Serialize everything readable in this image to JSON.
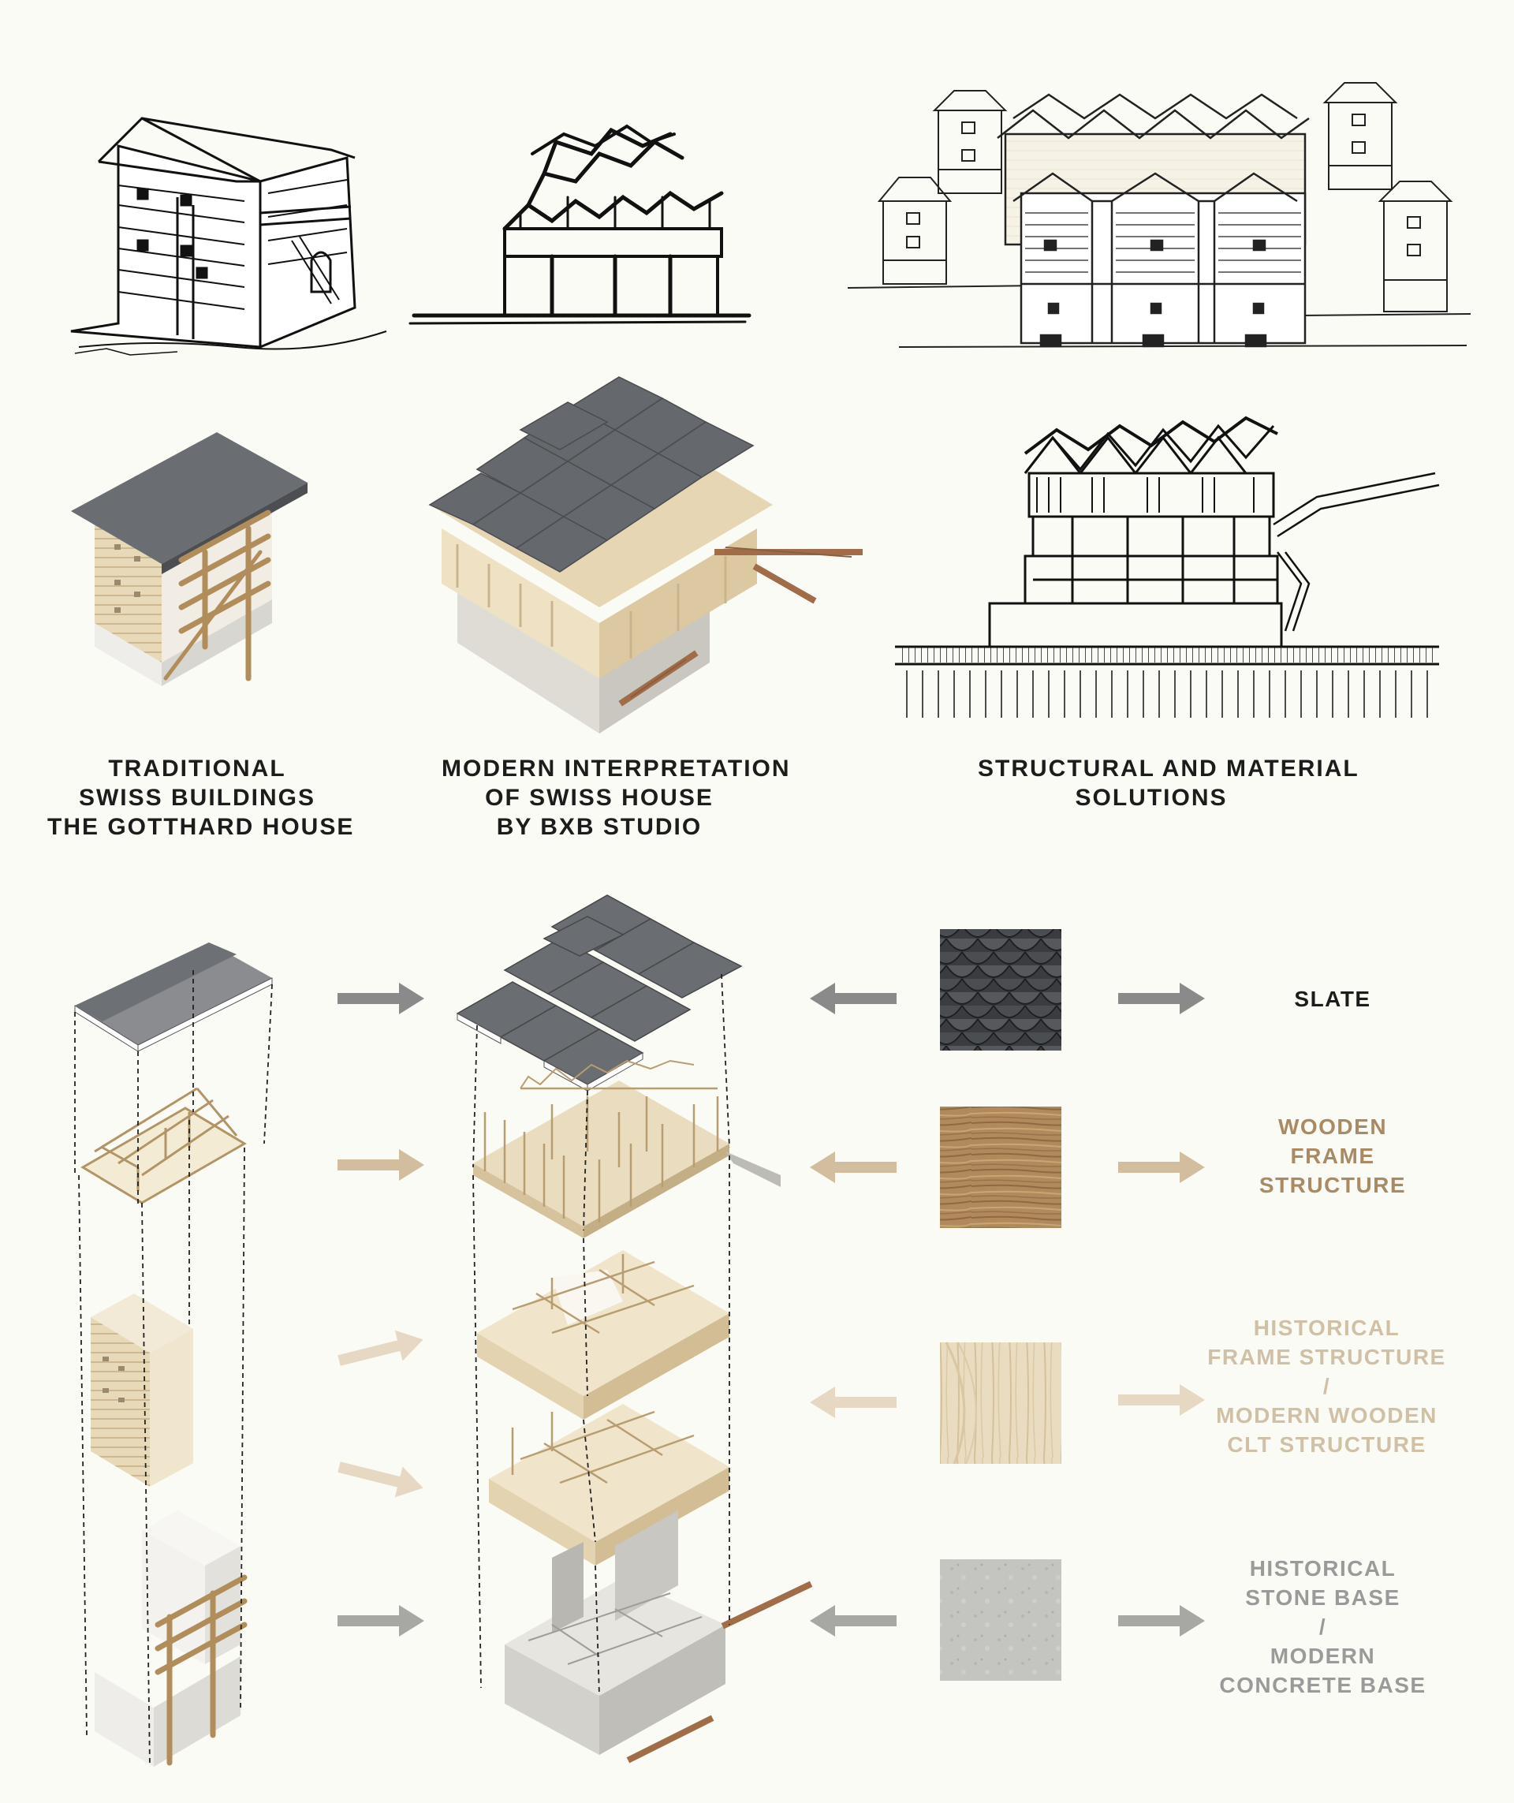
{
  "captions": {
    "traditional": [
      "TRADITIONAL",
      "SWISS BUILDINGS",
      "THE GOTTHARD HOUSE"
    ],
    "modern": [
      "MODERN INTERPRETATION",
      "OF SWISS HOUSE",
      "BY BXB STUDIO"
    ],
    "structural": [
      "STRUCTURAL AND MATERIAL",
      "SOLUTIONS"
    ]
  },
  "materials": {
    "slate": {
      "lines": [
        "SLATE"
      ],
      "color": "#1c1c1c"
    },
    "wood_frame": {
      "lines": [
        "WOODEN",
        "FRAME",
        "STRUCTURE"
      ],
      "color": "#a98a63"
    },
    "clt": {
      "lines": [
        "HISTORICAL",
        "FRAME STRUCTURE",
        "/",
        "MODERN WOODEN",
        "CLT STRUCTURE"
      ],
      "color": "#cfc0a6"
    },
    "concrete": {
      "lines": [
        "HISTORICAL",
        "STONE BASE",
        "/",
        "MODERN",
        "CONCRETE BASE"
      ],
      "color": "#9a9a9a"
    }
  },
  "colors": {
    "background": "#fbfbf5",
    "ink": "#1c1c1c",
    "roof": "#6d7074",
    "wood": "#e6d6b4",
    "wood_dark": "#c9b48c",
    "concrete": "#d9d8d2",
    "arrow_grey": "#8a8a8a",
    "arrow_brown": "#d2bd9f",
    "arrow_light": "#e6d8c3",
    "arrow_concrete": "#a7a7a3"
  },
  "icons": [
    "arrow-right-icon",
    "arrow-left-icon"
  ]
}
